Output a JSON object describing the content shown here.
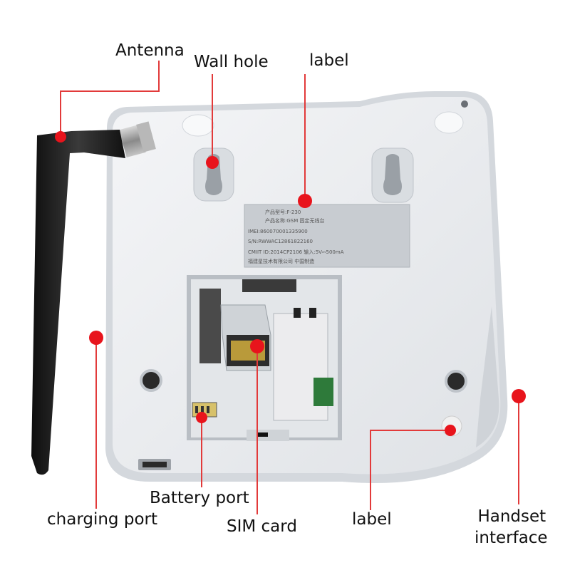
{
  "labels": {
    "antenna": "Antenna",
    "wall_hole": "Wall hole",
    "label_top": "label",
    "battery_port": "Battery port",
    "charging_port": "charging port",
    "sim_card": "SIM card",
    "label_bottom": "label",
    "handset_line1": "Handset",
    "handset_line2": "interface"
  },
  "sticker": {
    "line1": "产品型号:F-230",
    "line2": "产品名称:GSM 固定无线台",
    "line3": "IMEI:860070001335900",
    "line4": "S/N:RWWAC12861822160",
    "line5": "CMIIT ID:2014CP2106    输入:5V⎓500mA",
    "line6": "福建星技术有限公司         中国制造"
  },
  "colors": {
    "marker": "#e8141c",
    "leader": "#e23a3a",
    "body": "#e9ebee",
    "body_shadow": "#c9ced4",
    "antenna": "#1c1c1c"
  }
}
